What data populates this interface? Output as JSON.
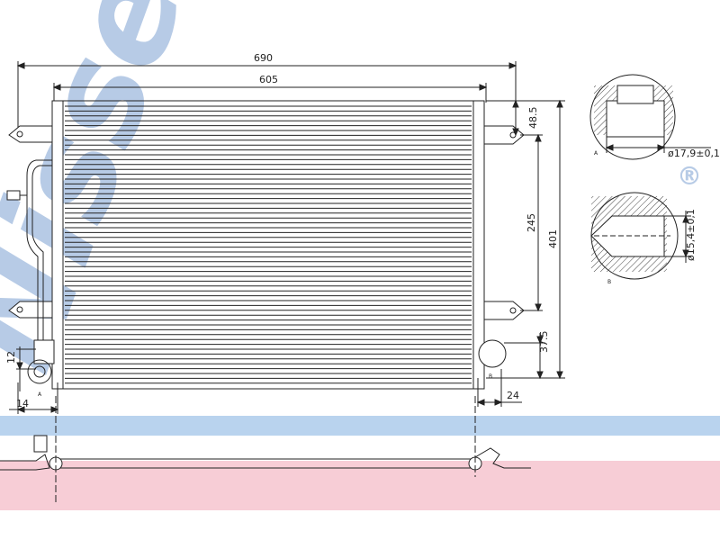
{
  "watermark": {
    "brand": "Nissens",
    "registered": "®",
    "band_color_blue": "#b9d3ee",
    "band_color_pink": "#f7cdd6"
  },
  "dimensions": {
    "total_width": "690",
    "core_width": "605",
    "top_offset": "48.5",
    "bracket_spacing": "245",
    "total_height": "401",
    "bottom_offset": "37.5",
    "side_depth": "24",
    "left_height": "12",
    "left_width": "14"
  },
  "details": {
    "detail_a": {
      "letter": "A",
      "diameter_label": "ø17,9±0,1"
    },
    "detail_b": {
      "letter": "B",
      "diameter_label": "ø15,4±0,1"
    }
  },
  "callouts": {
    "port_a": "A",
    "port_b": "B"
  }
}
